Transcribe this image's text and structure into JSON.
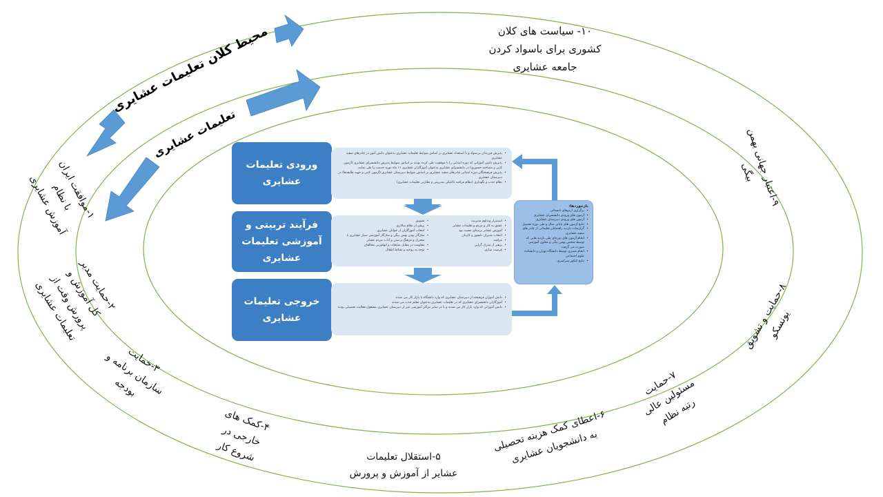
{
  "diagram": {
    "outer_title": "محیط کلان تعلیمات عشایری",
    "inner_title": "تعلیمات عشایری",
    "stages": [
      {
        "lines": [
          "ورودی تعلیمات",
          "عشایری"
        ]
      },
      {
        "lines": [
          "فرآیند تربیتی و",
          "آموزشی تعلیمات",
          "عشایری"
        ]
      },
      {
        "lines": [
          "خروجی تعلیمات",
          "عشایری"
        ]
      }
    ],
    "stage_details": [
      [
        "پذیرش فرزندان بی‌سواد و با استعداد عشایری بر اساس ضوابط تعلیمات عشایری به‌عنوان دانش آموز در چادرهای سفید عشایری",
        "پذیرش دانش آموزانی که دوره ابتدایی را با موفقیت طی کرده بودند بر اساس ضوابط پذیرش دانشسرای عشایری (آزمون کتبی و مصاحبه حضوری) در دانشسرای عشایری به‌عنوان آموزگاران عشایری ۱۱ ماه دوره خدمت را طی نمایند",
        "پذیرش فرهیختگان دوره ابتدایی چادرهای سفید عشایری بر اساس ضوابط دبیرستان عشایری (آزمون کتبی و جهیه طایفه‌ها) در دبیرستان عشایری",
        "نظام جذب و نگهداری (نظام مراقبه تاکتیکی مدیریتی و نظارتی تعلیمات عشایری)"
      ],
      [
        "تشویق",
        "پرهیز از نظام سالاری",
        "انتخاب آموزگاران از جوانان عشایری",
        "سازگار بودن بهمن بیگی و سازگار آموزشی سیار عشایری با متحرک و فرهنگ و سنن و آداب مردم عشایر",
        "مقاومت در مقابل شایعات و اتهام‌زنی مخالفان",
        "توجه به روحیه و نشاط اطفال",
        "استمرار ونداوم مدیریت",
        "عشق به کار و مردم و تعلیمات عشایر",
        "آموزش عشایر برمبنای محبت بود",
        "انتخاب مدیران دلسوز و کاردان",
        "مراقبه",
        "پرهیز از مدرک گرایی",
        "فرصت سازی"
      ],
      [
        "دانش آموزان فرهیخته از دبیرستان عشایری که وارد دانشگاه یا بازار کار می شدند",
        "آموزگاران دانشسرای عشایری که در تعلیمات عشایری به‌عنوان معلم جذب می شدند",
        "دانش آموزانی که وارد بازار کار می شدند و یا در سایر مراکز آموزشی غیر از دبیرستان عشایری مشغول فعالیت تحصیلی بودند"
      ]
    ],
    "feedback": {
      "title": "بازخوردها:",
      "items": [
        "برگزاری اردوهای تابستانی",
        "آزمون های ورودی دانشسرای عشایری",
        "آزمون های ورودی دبیرستان عشایری",
        "نتایج آزمون های پایانی سال و طی دوره تحصیل",
        "گزارشات بازدید راهنمایان تعلیماتی از چادر های سفید عشایری",
        "انجام آزمون های دوره‌ای طی بازدید هایی که توسط شخص بهمن بیگی و معاون آموزشی صورت می گرفت",
        "انجام ممیزی توسط دانشگاه تهران و دانشکده علوم اجتماعی",
        "نتایج کنکور سراسری"
      ]
    },
    "factors": [
      {
        "lines": [
          "۱۰- سیاست های کلان",
          "کشوری برای باسواد کردن",
          "جامعه عشایری"
        ]
      },
      {
        "lines": [
          "۹-اعتبار جهانی بهمن",
          "بیگی"
        ]
      },
      {
        "lines": [
          "۸-حمایت و تشویق",
          "یونسکو"
        ]
      },
      {
        "lines": [
          "۷-حمایت",
          "مسئولین عالی",
          "رتبه نظام"
        ]
      },
      {
        "lines": [
          "۶-اعطای کمک هزینه تحصیلی",
          "به دانشجویان عشایری"
        ]
      },
      {
        "lines": [
          "۵-استقلال تعلیمات",
          "عشایر از آموزش و پرورش"
        ]
      },
      {
        "lines": [
          "۴-کمک های",
          "خارجی در",
          "شروع کار"
        ]
      },
      {
        "lines": [
          "۳-حمایت",
          "سازمان برنامه و",
          "بودجه"
        ]
      },
      {
        "lines": [
          "۲-حمایت مدیر",
          "کل آموزش و",
          "پرورش وقت از",
          "تعلیمات عشایری"
        ]
      },
      {
        "lines": [
          "۱-موافقت ایران",
          "با نظام",
          "آموزش عشایری"
        ]
      }
    ],
    "colors": {
      "ring": "#7ab648",
      "arrow": "#5b9bd5",
      "stage": "#3c7fc4",
      "panel": "#dbe6f3",
      "feedback": "#9cbfe8"
    }
  }
}
